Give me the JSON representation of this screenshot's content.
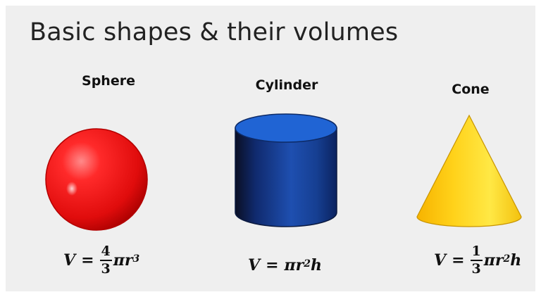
{
  "title": "Basic shapes & their volumes",
  "shapes": [
    {
      "label": "Sphere",
      "color": "#ee1111",
      "formula": {
        "lhs": "V",
        "eq": "=",
        "num": "4",
        "den": "3",
        "rest": "πr",
        "exp": "3"
      }
    },
    {
      "label": "Cylinder",
      "color": "#1f55b8",
      "formula": {
        "lhs": "V",
        "eq": "=",
        "rest": "πr",
        "exp": "2",
        "tail": "h"
      }
    },
    {
      "label": "Cone",
      "color": "#ffd21a",
      "formula": {
        "lhs": "V",
        "eq": "=",
        "num": "1",
        "den": "3",
        "rest": "πr",
        "exp": "2",
        "tail": "h"
      }
    }
  ]
}
